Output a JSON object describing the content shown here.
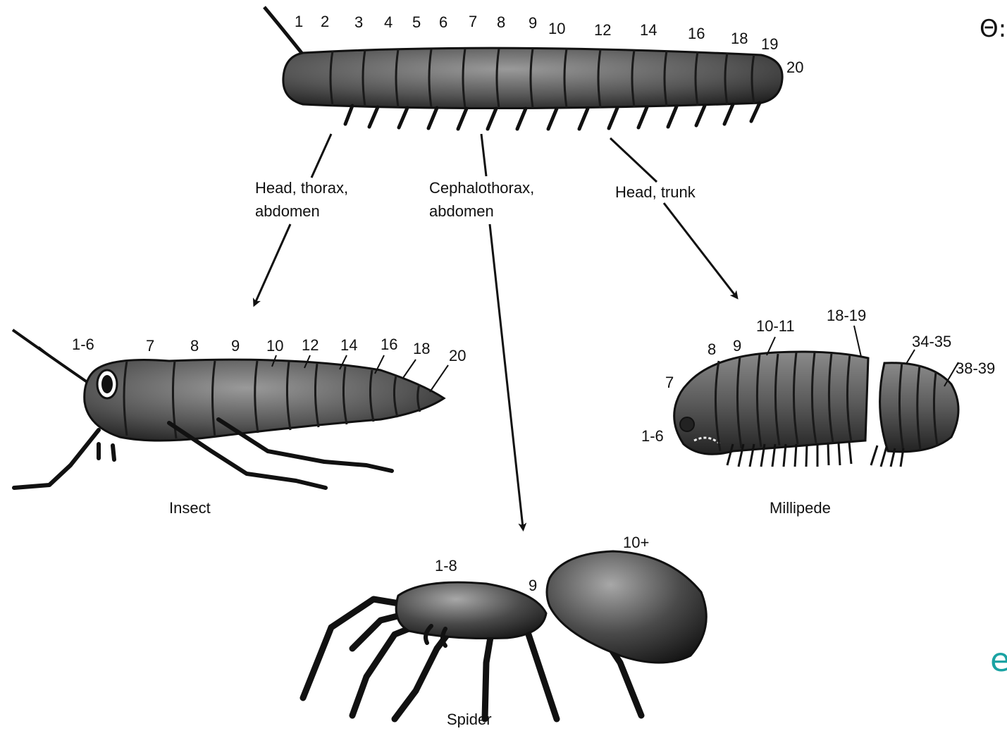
{
  "corner_text": {
    "top_right": "Θ:",
    "bottom_right": "e",
    "bottom_right_color": "#1aa3a3"
  },
  "ancestor": {
    "segment_numbers": [
      "1",
      "2",
      "3",
      "4",
      "5",
      "6",
      "7",
      "8",
      "9",
      "10",
      "12",
      "14",
      "16",
      "18",
      "19",
      "20"
    ]
  },
  "branches": [
    {
      "line1": "Head, thorax,",
      "line2": "abdomen"
    },
    {
      "line1": "Cephalothorax,",
      "line2": "abdomen"
    },
    {
      "line1": "Head, trunk",
      "line2": ""
    }
  ],
  "insect": {
    "caption": "Insect",
    "segment_labels": [
      "1-6",
      "7",
      "8",
      "9",
      "10",
      "12",
      "14",
      "16",
      "18",
      "20"
    ]
  },
  "millipede": {
    "caption": "Millipede",
    "segment_labels": [
      "7",
      "8",
      "9",
      "10-11",
      "18-19",
      "34-35",
      "38-39",
      "1-6"
    ]
  },
  "spider": {
    "caption": "Spider",
    "segment_labels": [
      "1-8",
      "9",
      "10+"
    ]
  },
  "colors": {
    "ink": "#111111",
    "body_fill": "#6b6b6b",
    "body_dark": "#2a2a2a",
    "accent": "#1aa3a3"
  }
}
